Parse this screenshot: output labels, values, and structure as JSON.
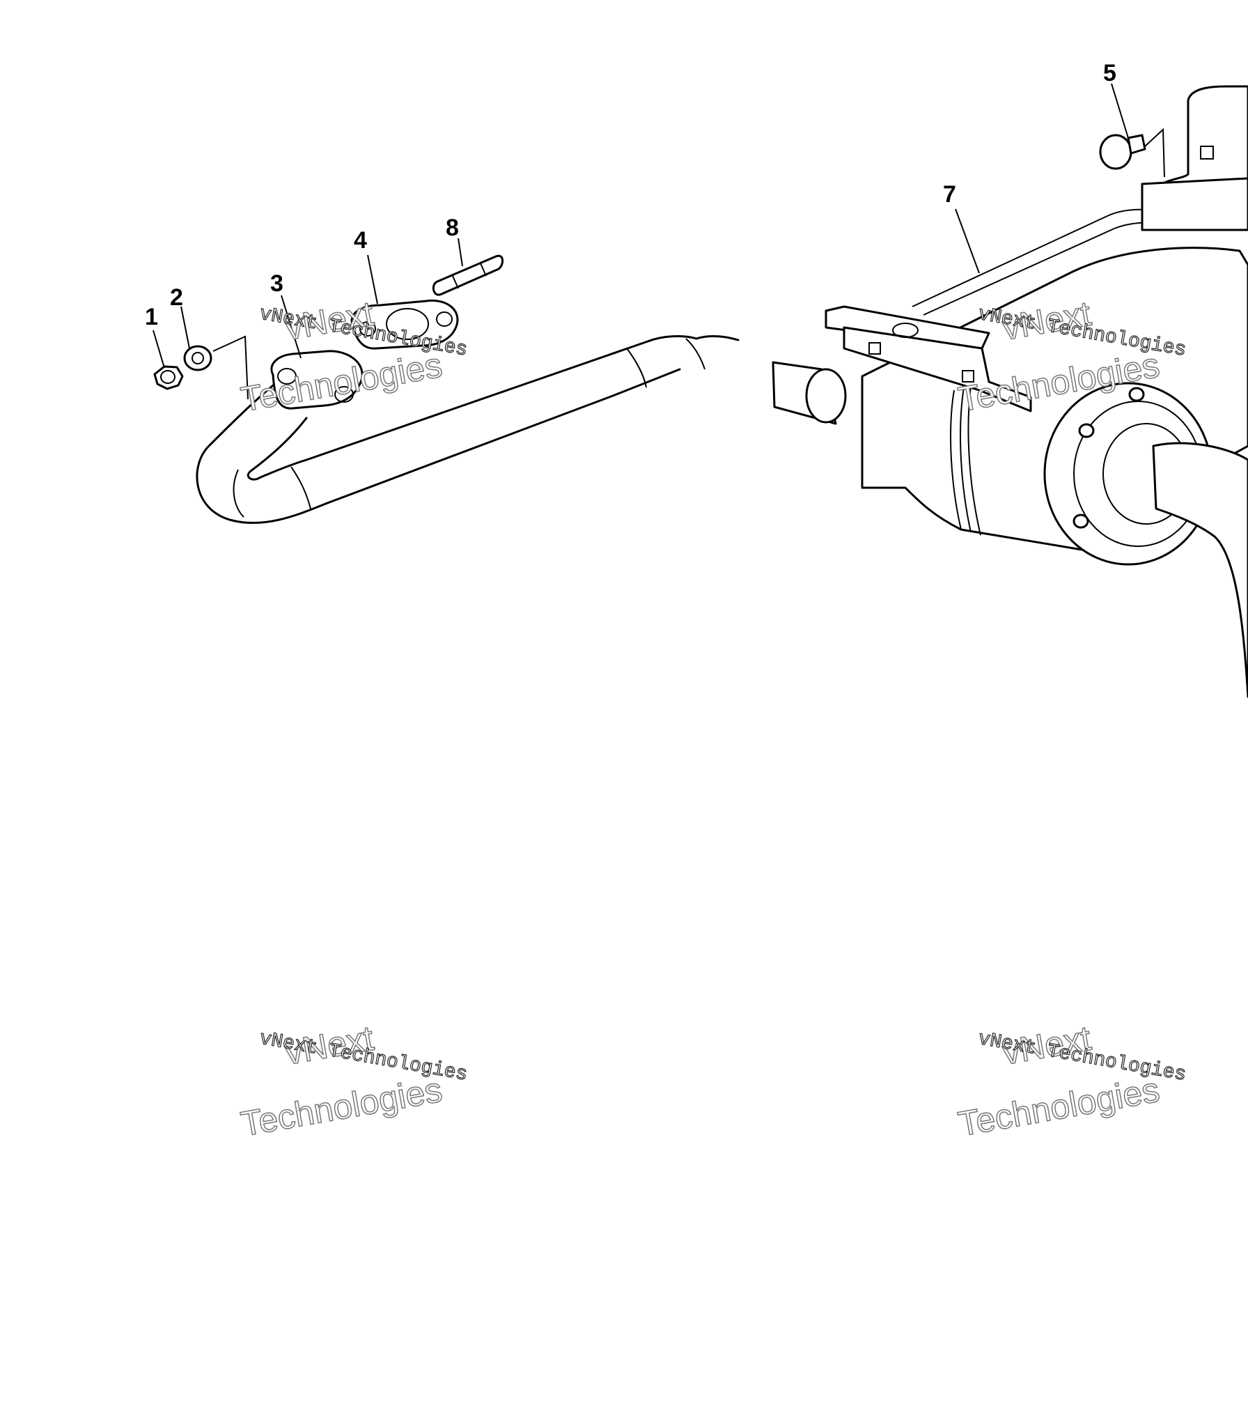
{
  "callouts": {
    "c1": "1",
    "c2": "2",
    "c3": "3",
    "c4": "4",
    "c5": "5",
    "c7": "7",
    "c8": "8"
  },
  "watermark": {
    "line1": "vNext Technologies",
    "line2a": "vNext",
    "line2b": "Technologies"
  }
}
